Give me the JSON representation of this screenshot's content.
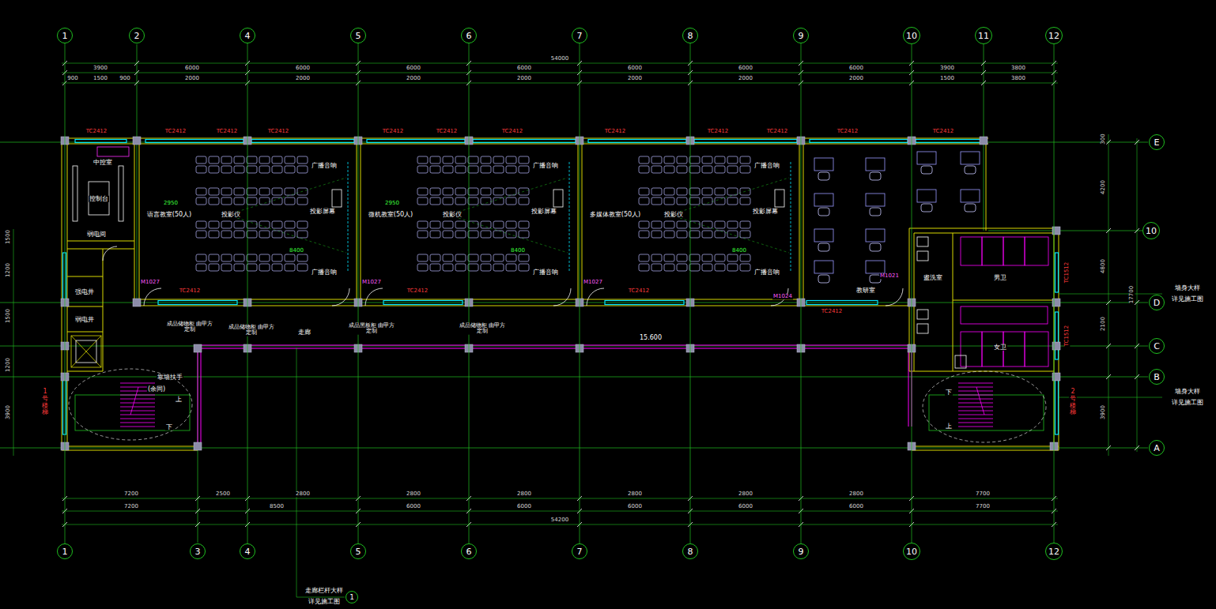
{
  "diagram": {
    "nodes": [
      {
        "text": [
          "1"
        ]
      },
      {
        "text": [
          "2"
        ]
      },
      {
        "text": [
          "4"
        ]
      },
      {
        "text": [
          "5"
        ]
      },
      {
        "text": [
          "6"
        ]
      },
      {
        "text": [
          "7"
        ]
      },
      {
        "text": [
          "8"
        ]
      },
      {
        "text": [
          "9"
        ]
      },
      {
        "text": [
          "10"
        ]
      },
      {
        "text": [
          "11"
        ]
      },
      {
        "text": [
          "12"
        ]
      },
      {
        "text": [
          "E"
        ]
      },
      {
        "text": [
          "10"
        ]
      },
      {
        "text": [
          "D"
        ]
      },
      {
        "text": [
          "C"
        ]
      },
      {
        "text": [
          "B"
        ]
      },
      {
        "text": [
          "A"
        ]
      },
      {
        "text": [
          "1"
        ]
      },
      {
        "text": [
          "3"
        ]
      },
      {
        "text": [
          "4"
        ]
      },
      {
        "text": [
          "5"
        ]
      },
      {
        "text": [
          "6"
        ]
      },
      {
        "text": [
          "7"
        ]
      },
      {
        "text": [
          "8"
        ]
      },
      {
        "text": [
          "9"
        ]
      },
      {
        "text": [
          "10"
        ]
      },
      {
        "text": [
          "12"
        ]
      },
      {
        "text": [
          "1"
        ]
      }
    ],
    "edges": [
      {
        "from": 0,
        "to": 17,
        "arrow": "none"
      },
      {
        "from": 2,
        "to": 19,
        "arrow": "none"
      },
      {
        "from": 3,
        "to": 20,
        "arrow": "none"
      },
      {
        "from": 4,
        "to": 21,
        "arrow": "none"
      },
      {
        "from": 5,
        "to": 22,
        "arrow": "none"
      },
      {
        "from": 6,
        "to": 23,
        "arrow": "none"
      },
      {
        "from": 7,
        "to": 24,
        "arrow": "none"
      },
      {
        "from": 8,
        "to": 25,
        "arrow": "none"
      },
      {
        "from": 10,
        "to": 26,
        "arrow": "none"
      }
    ],
    "labels": [
      "54000",
      "3900",
      "6000",
      "6000",
      "6000",
      "6000",
      "6000",
      "6000",
      "6000",
      "3900",
      "3800",
      "900",
      "1500",
      "900",
      "2000",
      "2000",
      "2000",
      "2000",
      "2000",
      "2000",
      "2000",
      "1500",
      "3800",
      "7200",
      "2500",
      "2800",
      "2800",
      "2800",
      "2800",
      "2800",
      "2800",
      "7700",
      "7200",
      "8500",
      "6000",
      "6000",
      "6000",
      "6000",
      "6000",
      "7700",
      "54200",
      "300",
      "4200",
      "4800",
      "2100",
      "3900",
      "17700",
      "1500",
      "1200",
      "1500",
      "1200",
      "3900",
      "中控室",
      "控制台",
      "弱电间",
      "强电井",
      "弱电井",
      "语言教室(50人)",
      "微机教室(50人)",
      "多媒体教室(50人)",
      "2950",
      "2950",
      "8400",
      "8400",
      "8400",
      "投影仪",
      "投影仪",
      "投影仪",
      "投影屏幕",
      "投影屏幕",
      "投影屏幕",
      "广播音响",
      "广播音响",
      "广播音响",
      "广播音响",
      "广播音响",
      "广播音响",
      "教研室",
      "盥洗室",
      "男卫",
      "女卫",
      "走廊",
      "15.600",
      "成品储物柜 由甲方定制",
      "成品储物柜 由甲方定制",
      "成品黑板柜 由甲方定制",
      "成品储物柜 由甲方定制",
      "靠墙扶手",
      "(余同)",
      "上",
      "下",
      "下",
      "上",
      "1号楼梯",
      "2号楼梯",
      "走廊栏杆大样",
      "详见施工图",
      "墙身大样",
      "详见施工图",
      "墙身大样",
      "详见施工图",
      "TC2412",
      "TC2412",
      "TC2412",
      "TC2412",
      "TC2412",
      "TC2412",
      "TC2412",
      "TC2412",
      "TC2412",
      "TC2412",
      "TC2412",
      "TC2412",
      "TC2412",
      "TC2412",
      "TC2412",
      "TC2412",
      "M1027",
      "M1027",
      "M1027",
      "M1024",
      "M1021",
      "TC1512",
      "TC1512"
    ]
  }
}
